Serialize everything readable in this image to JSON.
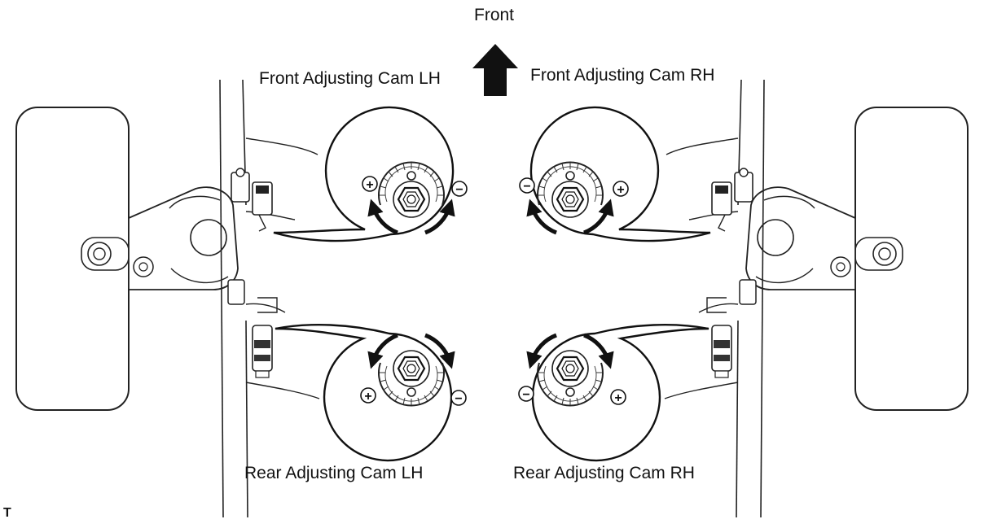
{
  "labels": {
    "front": "Front",
    "front_cam_lh": "Front Adjusting Cam LH",
    "front_cam_rh": "Front Adjusting Cam RH",
    "rear_cam_lh": "Rear Adjusting Cam LH",
    "rear_cam_rh": "Rear Adjusting Cam RH",
    "corner_mark": "T"
  },
  "cams": [
    {
      "id": "front-lh",
      "left_sign": "+",
      "right_sign": "−"
    },
    {
      "id": "front-rh",
      "left_sign": "−",
      "right_sign": "+"
    },
    {
      "id": "rear-lh",
      "left_sign": "+",
      "right_sign": "−"
    },
    {
      "id": "rear-rh",
      "left_sign": "−",
      "right_sign": "+"
    }
  ]
}
